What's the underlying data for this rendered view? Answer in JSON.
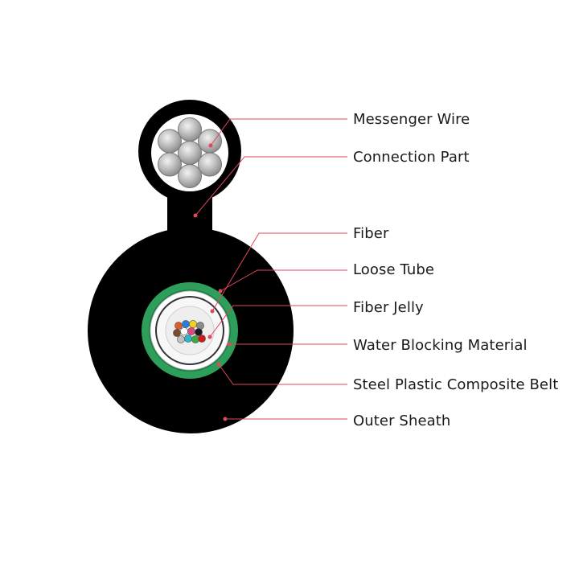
{
  "labels": {
    "messenger_wire": "Messenger Wire",
    "connection_part": "Connection Part",
    "fiber": "Fiber",
    "loose_tube": "Loose Tube",
    "fiber_jelly": "Fiber Jelly",
    "water_blocking_material": "Water Blocking Material",
    "steel_plastic_composite_belt": "Steel Plastic Composite Belt",
    "outer_sheath": "Outer Sheath"
  },
  "colors": {
    "sheath": "#000000",
    "leader_line": "#e0475a",
    "belt": "#2e9f5a",
    "tube_fill": "#f2f2f2",
    "steel_wire": "#c8c8c8"
  },
  "fiber_colors": [
    "#e05a2a",
    "#2a7de0",
    "#f2d21a",
    "#8a8a8a",
    "#7a4a2a",
    "#ffffff",
    "#e0477a",
    "#1a1a1a",
    "#c0c0c0",
    "#2ab7c7",
    "#3aaa3a",
    "#d01a1a"
  ]
}
